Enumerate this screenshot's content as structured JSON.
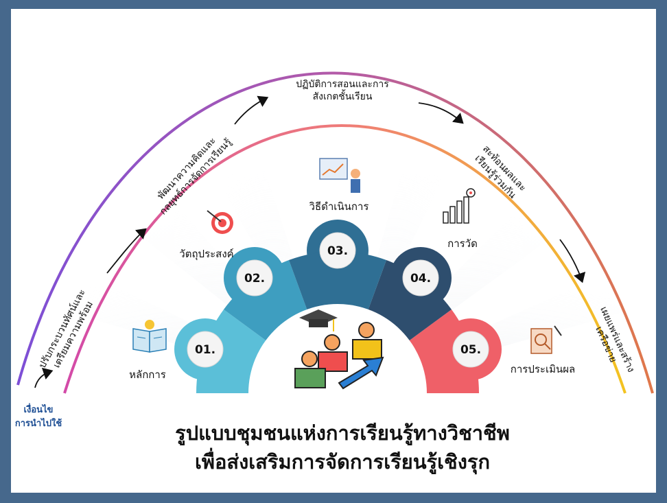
{
  "condition": {
    "line1": "เงื่อนไข",
    "line2": "การนำไปใช้"
  },
  "title": {
    "line1": "รูปแบบชุมชนแห่งการเรียนรู้ทางวิชาชีพ",
    "line2": "เพื่อส่งเสริมการจัดการเรียนรู้เชิงรุก"
  },
  "steps": [
    {
      "number": "01.",
      "label": "หลักการ",
      "color": "#5bbfd8",
      "icon": "open-book-lightbulb-icon"
    },
    {
      "number": "02.",
      "label": "วัตถุประสงค์",
      "color": "#3e9ec0",
      "icon": "target-dart-icon"
    },
    {
      "number": "03.",
      "label": "วิธีดำเนินการ",
      "color": "#2f6f94",
      "icon": "presenter-board-icon"
    },
    {
      "number": "04.",
      "label": "การวัด",
      "color": "#2e4e6e",
      "icon": "growth-chart-icon"
    },
    {
      "number": "05.",
      "label": "การประเมินผล",
      "color": "#ef6068",
      "icon": "evaluation-clipboard-icon"
    }
  ],
  "arc_phases": [
    {
      "line1": "ปรับกระบวนทัศน์และ",
      "line2": "เตรียมความพร้อม"
    },
    {
      "line1": "พัฒนาความคิดและ",
      "line2": "กลยุทธ์การจัดการเรียนรู้"
    },
    {
      "line1": "ปฏิบัติการสอนและการ",
      "line2": "สังเกตชั้นเรียน"
    },
    {
      "line1": "สะท้อนผลและ",
      "line2": "เรียนรู้ร่วมกัน"
    },
    {
      "line1": "เผยแพร่และสร้าง",
      "line2": "เครือข่าย"
    }
  ],
  "center_icon": "learning-community-icon",
  "colors": {
    "frame": "#46688c",
    "outer_arc_start": "#8a4fd0",
    "outer_arc_end": "#e07a4a",
    "inner_arc_start": "#d94fa0",
    "inner_arc_end": "#f2c21a",
    "condition_text": "#1d4e94"
  }
}
